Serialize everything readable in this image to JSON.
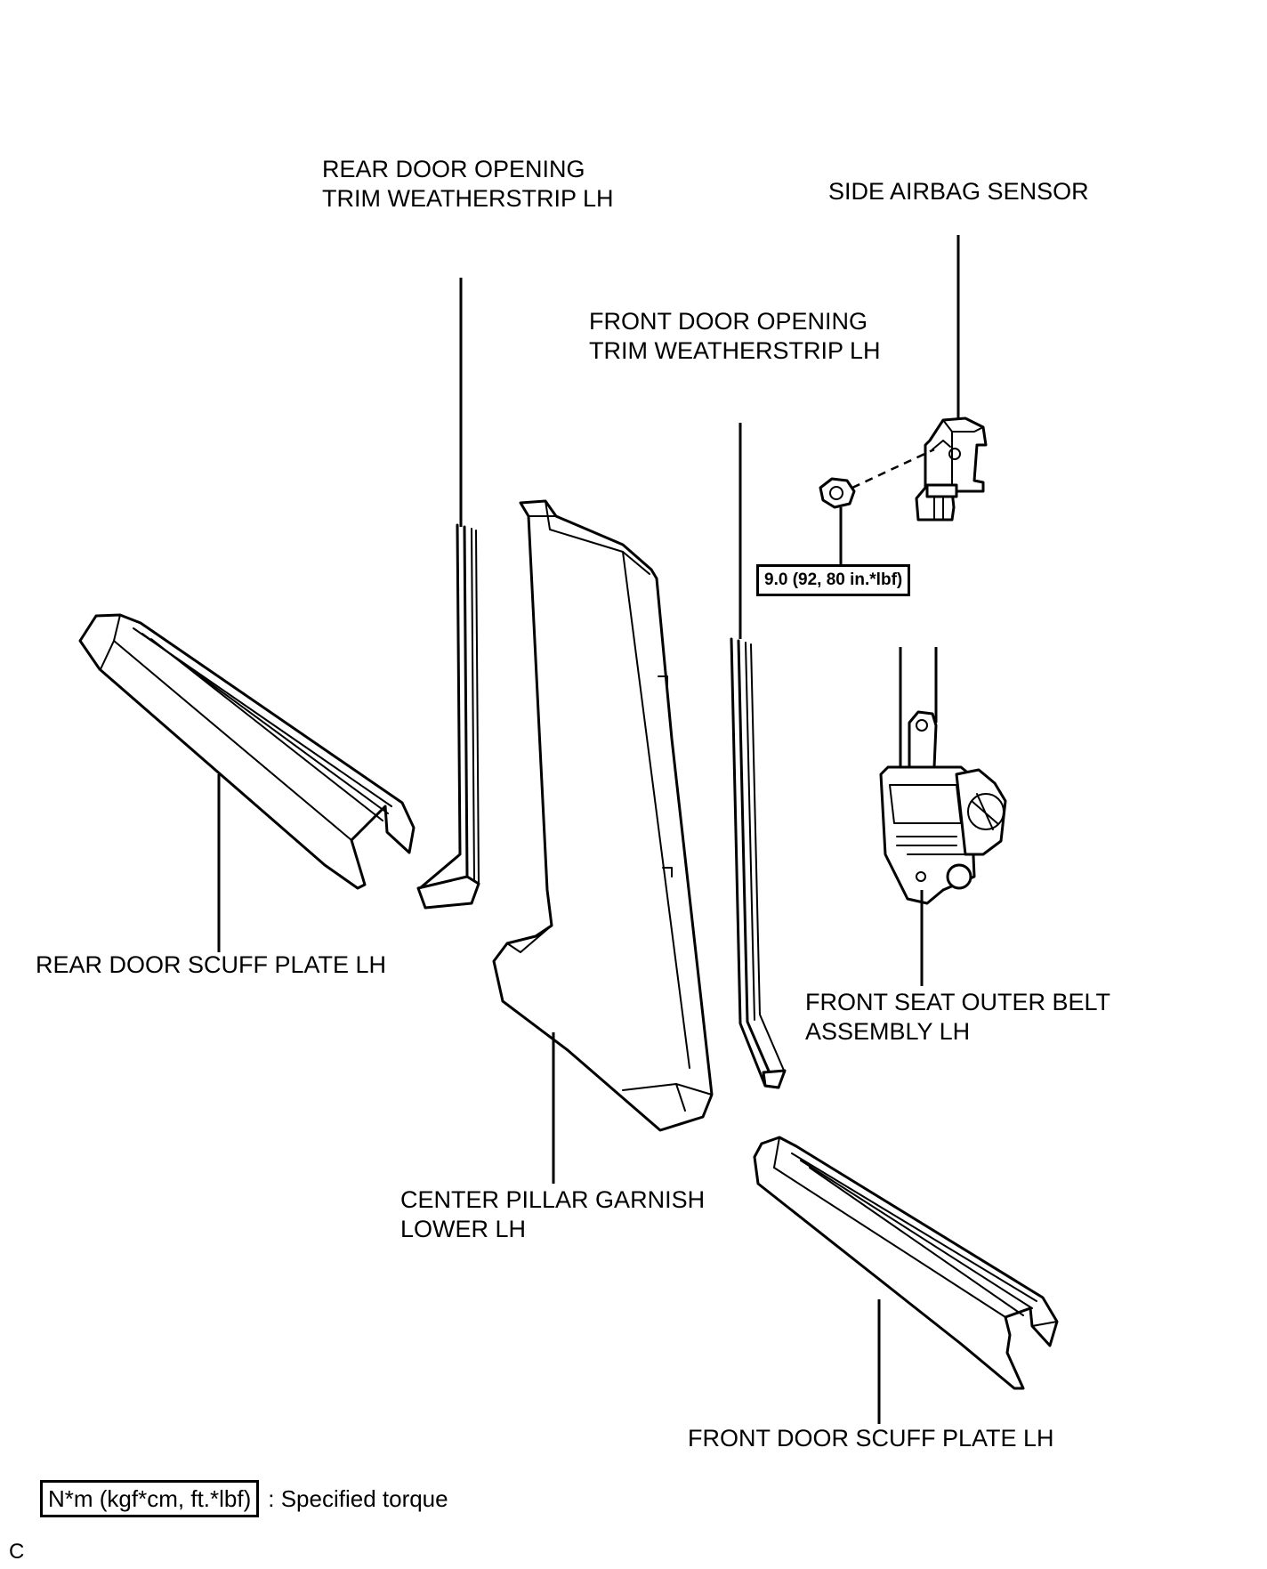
{
  "labels": {
    "rear_door_opening_trim": [
      "REAR DOOR OPENING",
      "TRIM WEATHERSTRIP LH"
    ],
    "side_airbag_sensor": [
      "SIDE AIRBAG SENSOR"
    ],
    "front_door_opening_trim": [
      "FRONT DOOR OPENING",
      "TRIM WEATHERSTRIP LH"
    ],
    "rear_door_scuff_plate": [
      "REAR DOOR SCUFF PLATE LH"
    ],
    "front_seat_outer_belt": [
      "FRONT SEAT OUTER BELT",
      "ASSEMBLY LH"
    ],
    "center_pillar_garnish": [
      "CENTER PILLAR GARNISH",
      "LOWER LH"
    ],
    "front_door_scuff_plate": [
      "FRONT DOOR SCUFF PLATE LH"
    ]
  },
  "torque": {
    "side_airbag_nut": "9.0 (92, 80 in.*lbf)"
  },
  "legend": {
    "unit": "N*m (kgf*cm, ft.*lbf)",
    "text": ": Specified torque"
  },
  "figure_code": "C"
}
